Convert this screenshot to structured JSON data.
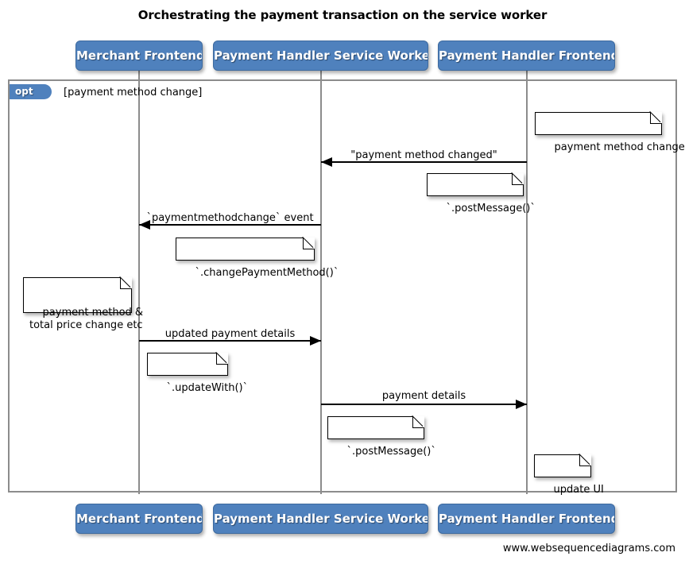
{
  "title": "Orchestrating the payment transaction on the service worker",
  "footer": "www.websequencediagrams.com",
  "colors": {
    "participant_fill": "#4f81bd",
    "participant_text": "#ffffff",
    "frame_border": "#8c8c8c",
    "lifeline": "#8c8c8c",
    "arrow": "#000000",
    "note_fill": "#ffffff",
    "background": "#ffffff"
  },
  "participants": [
    {
      "id": "merchant-frontend",
      "label": "Merchant Frontend"
    },
    {
      "id": "payment-handler-service-worker",
      "label": "Payment Handler Service Worker"
    },
    {
      "id": "payment-handler-frontend",
      "label": "Payment Handler Frontend"
    }
  ],
  "fragment": {
    "type": "opt",
    "tag": "opt",
    "guard": "[payment method change]"
  },
  "messages": [
    {
      "id": "payment-method-changed",
      "label": "\"payment method changed\"",
      "from": "payment-handler-frontend",
      "to": "payment-handler-service-worker",
      "direction": "left"
    },
    {
      "id": "paymentmethodchange-event",
      "label": "`paymentmethodchange` event",
      "from": "payment-handler-service-worker",
      "to": "merchant-frontend",
      "direction": "left"
    },
    {
      "id": "updated-payment-details",
      "label": "updated payment details",
      "from": "merchant-frontend",
      "to": "payment-handler-service-worker",
      "direction": "right"
    },
    {
      "id": "payment-details",
      "label": "payment details",
      "from": "payment-handler-service-worker",
      "to": "payment-handler-frontend",
      "direction": "right"
    }
  ],
  "notes": [
    {
      "id": "note-payment-method-changed",
      "text": "payment method changed",
      "over": "payment-handler-frontend"
    },
    {
      "id": "note-post-message-1",
      "text": "`.postMessage()`",
      "over": "payment-handler-frontend"
    },
    {
      "id": "note-change-payment-method",
      "text": "`.changePaymentMethod()`",
      "over": "payment-handler-service-worker"
    },
    {
      "id": "note-price-change",
      "text": "payment method &\ntotal price change etc",
      "over": "merchant-frontend"
    },
    {
      "id": "note-update-with",
      "text": "`.updateWith()`",
      "over": "merchant-frontend"
    },
    {
      "id": "note-post-message-2",
      "text": "`.postMessage()`",
      "over": "payment-handler-service-worker"
    },
    {
      "id": "note-update-ui",
      "text": "update UI",
      "over": "payment-handler-frontend"
    }
  ]
}
